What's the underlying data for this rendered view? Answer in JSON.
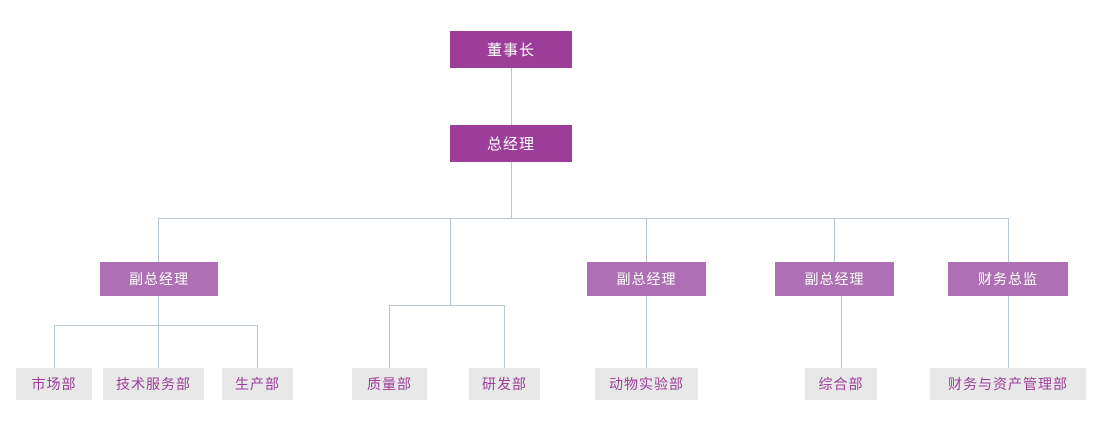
{
  "chart_title": "",
  "colors": {
    "level1_fill": "#9b3d99",
    "level2_fill": "#9b3d99",
    "level3_fill": "#ae6fb4",
    "level4_fill": "#e8e8e8",
    "level4_text": "#9b3d99",
    "box_text": "#ffffff",
    "connector": "#b8c6d0",
    "background": "#ffffff"
  },
  "nodes": {
    "chairman": {
      "label": "董事长",
      "level": 1
    },
    "general_manager": {
      "label": "总经理",
      "level": 2
    },
    "deputy_gm_1": {
      "label": "副总经理",
      "level": 3
    },
    "deputy_gm_2": {
      "label": "副总经理",
      "level": 3
    },
    "deputy_gm_3": {
      "label": "副总经理",
      "level": 3
    },
    "finance_director": {
      "label": "财务总监",
      "level": 3
    },
    "dept_marketing": {
      "label": "市场部",
      "level": 4
    },
    "dept_tech_service": {
      "label": "技术服务部",
      "level": 4
    },
    "dept_production": {
      "label": "生产部",
      "level": 4
    },
    "dept_quality": {
      "label": "质量部",
      "level": 4
    },
    "dept_rnd": {
      "label": "研发部",
      "level": 4
    },
    "dept_animal_lab": {
      "label": "动物实验部",
      "level": 4
    },
    "dept_general_affairs": {
      "label": "综合部",
      "level": 4
    },
    "dept_finance_asset": {
      "label": "财务与资产管理部",
      "level": 4
    }
  },
  "hierarchy": {
    "root": "董事长",
    "levels": [
      [
        "董事长"
      ],
      [
        "总经理"
      ],
      [
        "副总经理",
        "副总经理",
        "副总经理",
        "财务总监"
      ],
      [
        "市场部",
        "技术服务部",
        "生产部",
        "质量部",
        "研发部",
        "动物实验部",
        "综合部",
        "财务与资产管理部"
      ]
    ],
    "edges": [
      [
        "董事长",
        "总经理"
      ],
      [
        "总经理",
        "副总经理"
      ],
      [
        "总经理",
        "质量部"
      ],
      [
        "总经理",
        "研发部"
      ],
      [
        "总经理",
        "副总经理"
      ],
      [
        "总经理",
        "副总经理"
      ],
      [
        "总经理",
        "财务总监"
      ],
      [
        "副总经理",
        "市场部"
      ],
      [
        "副总经理",
        "技术服务部"
      ],
      [
        "副总经理",
        "生产部"
      ],
      [
        "副总经理",
        "动物实验部"
      ],
      [
        "副总经理",
        "综合部"
      ],
      [
        "财务总监",
        "财务与资产管理部"
      ]
    ]
  }
}
